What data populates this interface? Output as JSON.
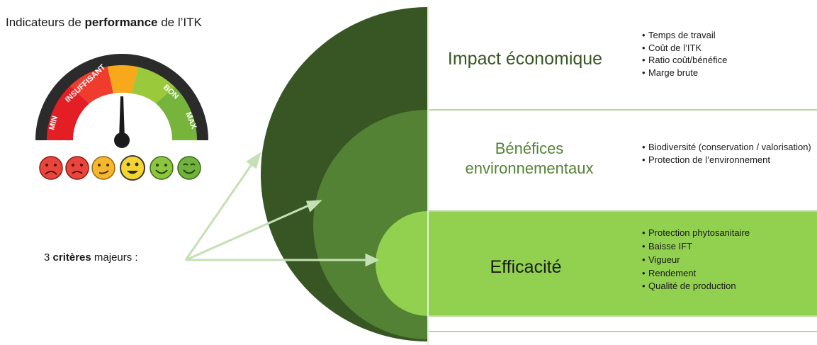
{
  "header": {
    "title_prefix": "Indicateurs de ",
    "title_bold": "performance",
    "title_suffix": " de l’ITK"
  },
  "criteria": {
    "prefix": "3 ",
    "bold": "critères",
    "suffix": " majeurs :"
  },
  "gauge": {
    "labels": [
      "MIN",
      "INSUFFISANT",
      "BON",
      "MAX"
    ],
    "face_colors": [
      "#e8463d",
      "#e8463d",
      "#f5b72e",
      "#f5d630",
      "#8cc63f",
      "#6fb33c"
    ]
  },
  "bands": [
    {
      "title": "Impact économique",
      "items": [
        "Temps de travail",
        "Coût de l’ITK",
        "Ratio coût/bénéfice",
        "Marge brute"
      ]
    },
    {
      "title_line1": "Bénéfices",
      "title_line2": "environnementaux",
      "items": [
        "Biodiversité (conservation / valorisation)",
        "Protection de l’environnement"
      ]
    },
    {
      "title": "Efficacité",
      "items": [
        "Protection phytosanitaire",
        "Baisse IFT",
        "Vigueur",
        "Rendement",
        "Qualité de production"
      ]
    }
  ],
  "colors": {
    "dark_green": "#375623",
    "mid_green": "#548235",
    "light_green": "#92d050",
    "arrow_green": "#c5e0b4"
  }
}
